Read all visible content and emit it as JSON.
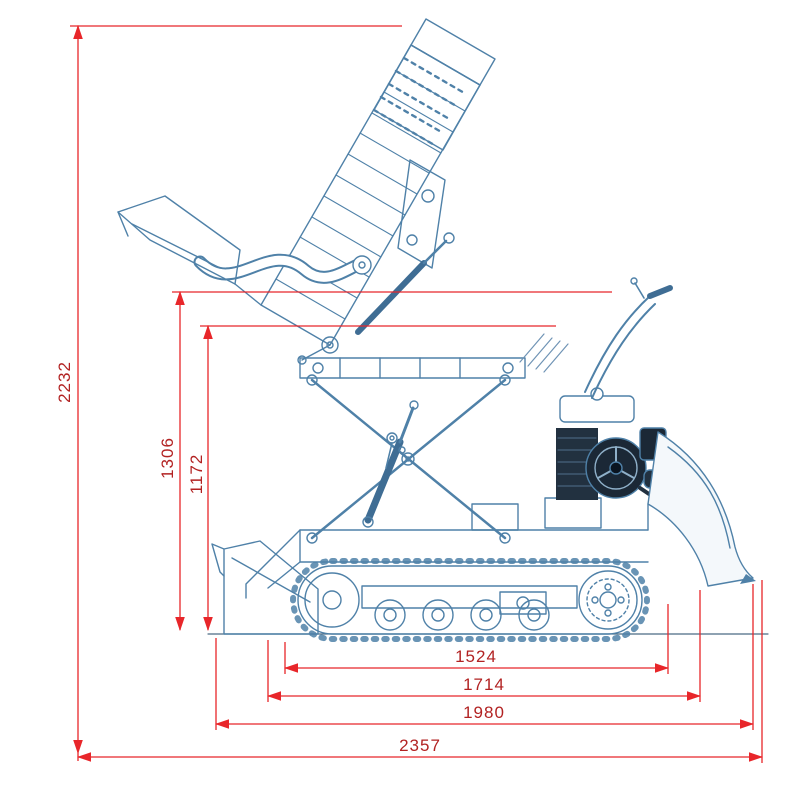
{
  "diagram": {
    "subject": "Crawler mini dumper side view dimensional drawing with raised tipping hopper",
    "colors": {
      "machine_line": "#4f81a8",
      "dimension_line": "#e8262a",
      "dimension_text": "#b22222"
    },
    "dimensions": {
      "vertical": [
        {
          "id": "dim-2232",
          "value": "2232"
        },
        {
          "id": "dim-1306",
          "value": "1306"
        },
        {
          "id": "dim-1172",
          "value": "1172"
        }
      ],
      "horizontal": [
        {
          "id": "dim-1524",
          "value": "1524"
        },
        {
          "id": "dim-1714",
          "value": "1714"
        },
        {
          "id": "dim-1980",
          "value": "1980"
        },
        {
          "id": "dim-2357",
          "value": "2357"
        }
      ]
    }
  }
}
